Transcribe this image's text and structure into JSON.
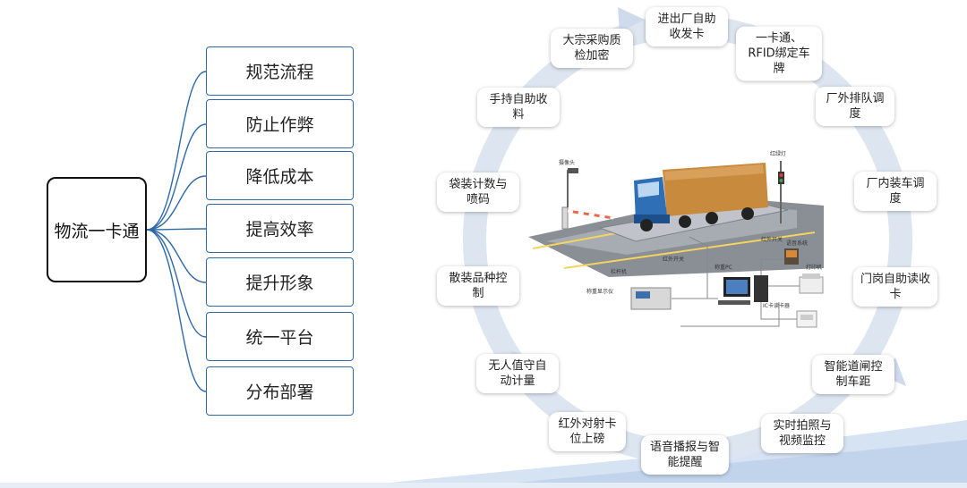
{
  "mindmap": {
    "center": "物流一卡通",
    "branches": [
      "规范流程",
      "防止作弊",
      "降低成本",
      "提高效率",
      "提升形象",
      "统一平台",
      "分布部署"
    ]
  },
  "cycle": {
    "steps": [
      "进出厂自助收发卡",
      "一卡通、RFID绑定车牌",
      "厂外排队调度",
      "厂内装车调度",
      "门岗自助读收卡",
      "智能道闸控制车距",
      "实时拍照与视频监控",
      "语音播报与智能提醒",
      "红外对射卡位上磅",
      "无人值守自动计量",
      "散装品种控制",
      "袋装计数与喷码",
      "手持自助收料",
      "大宗采购质检加密"
    ]
  },
  "scene": {
    "labels": {
      "camera": "摄像头",
      "red_light": "红绿灯",
      "ir_switch_top": "红外开关",
      "voice_system": "语音系统",
      "barrier": "栏杆机",
      "ir_switch": "红外开关",
      "pc": "称重PC",
      "printer": "打印机",
      "display": "称重显示仪",
      "ic_reader": "IC卡读卡器"
    }
  },
  "colors": {
    "branch_border": "#2f6aa8",
    "ring": "#dde5f1",
    "swoosh": "#d6e3f2"
  }
}
